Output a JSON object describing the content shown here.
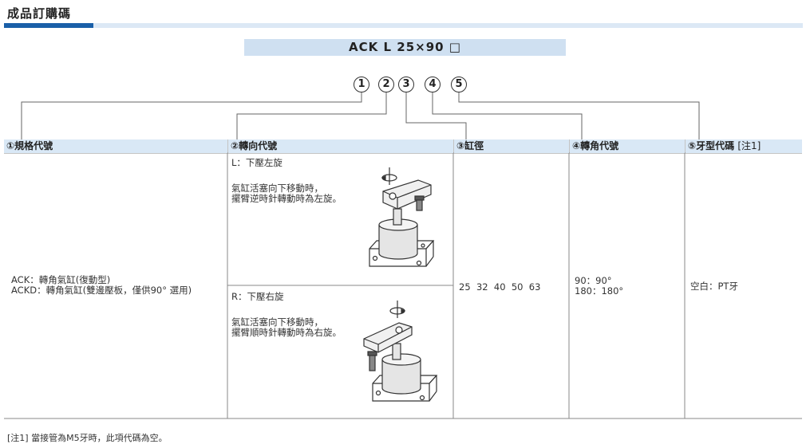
{
  "title": "成品訂購碼",
  "order_code": "ACK L 25×90 □",
  "markers": [
    "1",
    "2",
    "3",
    "4",
    "5"
  ],
  "columns": [
    {
      "label": "①規格代號",
      "note": ""
    },
    {
      "label": "②轉向代號",
      "note": ""
    },
    {
      "label": "③缸徑",
      "note": ""
    },
    {
      "label": "④轉角代號",
      "note": ""
    },
    {
      "label": "⑤牙型代碼",
      "note": "[注1]"
    }
  ],
  "spec": {
    "line1": "ACK：轉角氣缸(復動型)",
    "line2": "ACKD：轉角氣缸(雙邊壓板，僅供90° 選用)"
  },
  "rotation": {
    "left": {
      "title": "L：下壓左旋",
      "desc1": "氣缸活塞向下移動時，",
      "desc2": "擺臂逆時針轉動時為左旋。"
    },
    "right": {
      "title": "R：下壓右旋",
      "desc1": "氣缸活塞向下移動時，",
      "desc2": "擺臂順時針轉動時為右旋。"
    }
  },
  "bore": "25  32  40  50  63",
  "angle": {
    "line1": "90：90°",
    "line2": "180：180°"
  },
  "thread": "空白：PT牙",
  "footnote": "[注1] 當接管為M5牙時，此項代碼為空。"
}
